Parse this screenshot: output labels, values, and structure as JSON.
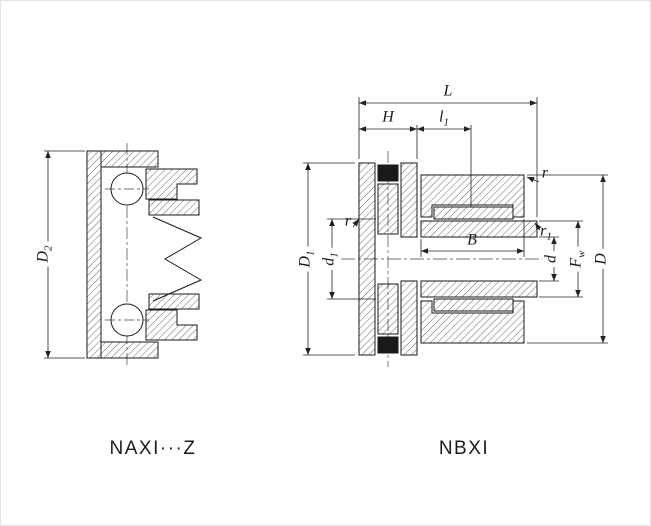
{
  "captions": {
    "left": "NAXI···Z",
    "right": "NBXI"
  },
  "dims": {
    "L": {
      "base": "L",
      "sub": ""
    },
    "H": {
      "base": "H",
      "sub": ""
    },
    "l1": {
      "base": "l",
      "sub": "1"
    },
    "B": {
      "base": "B",
      "sub": ""
    },
    "r_left": {
      "base": "r",
      "sub": ""
    },
    "r_right": {
      "base": "r",
      "sub": ""
    },
    "r1": {
      "base": "r",
      "sub": "1"
    },
    "d": {
      "base": "d",
      "sub": ""
    },
    "Fw": {
      "base": "F",
      "sub": "w"
    },
    "D": {
      "base": "D",
      "sub": ""
    },
    "D1": {
      "base": "D",
      "sub": "1"
    },
    "d1": {
      "base": "d",
      "sub": "1"
    },
    "D2": {
      "base": "D",
      "sub": "2"
    }
  },
  "colors": {
    "line": "#1a1a1a",
    "dim_line": "#222222",
    "background": "#ffffff"
  }
}
